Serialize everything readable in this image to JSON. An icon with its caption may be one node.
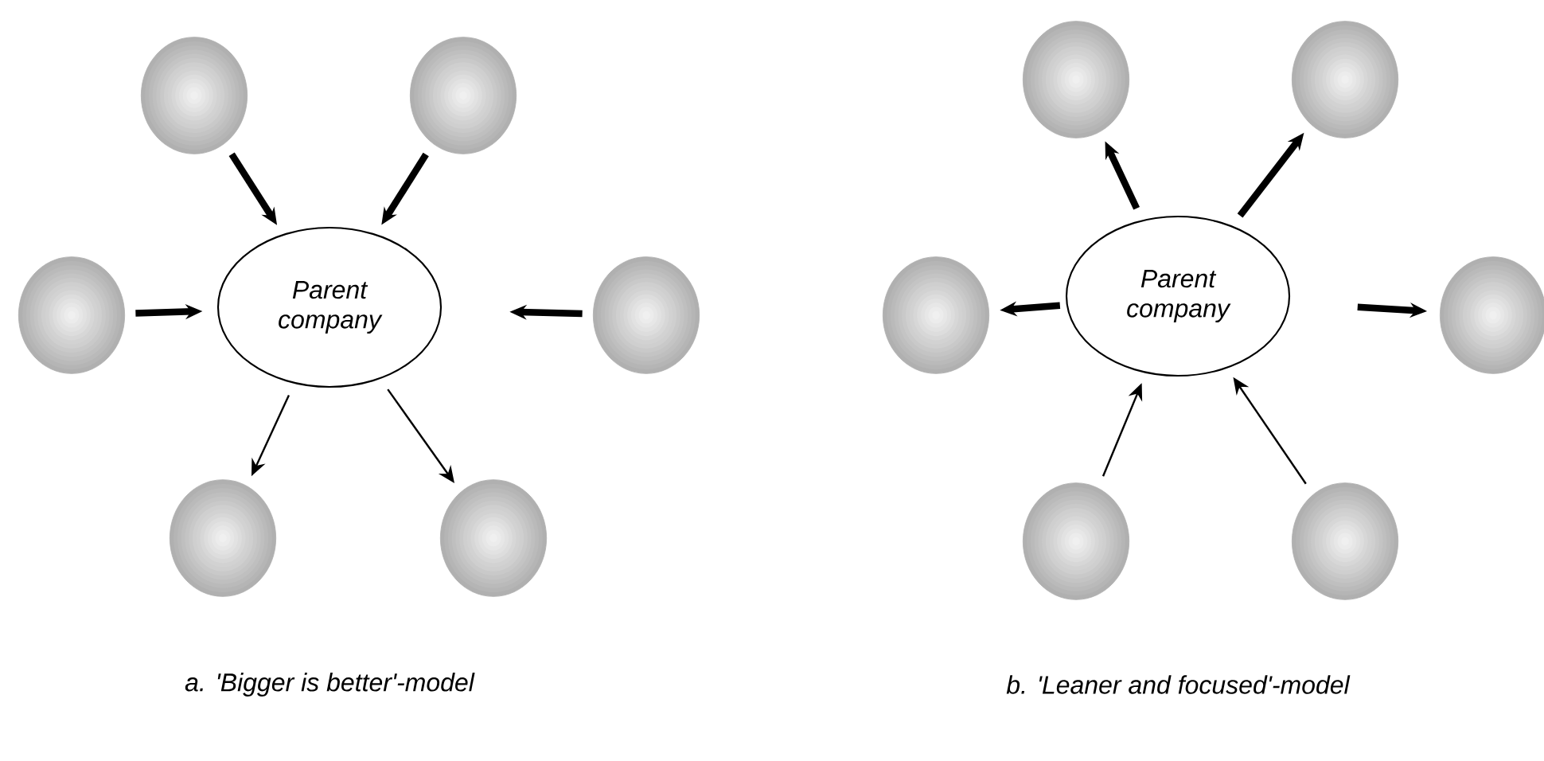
{
  "diagram": {
    "nodes": [
      {
        "text": [
          "Parent company"
        ]
      },
      {
        "text": [],
        "shape": "circle"
      },
      {
        "text": [],
        "shape": "circle"
      },
      {
        "text": [],
        "shape": "circle"
      },
      {
        "text": [],
        "shape": "circle"
      },
      {
        "text": [],
        "shape": "circle"
      },
      {
        "text": [],
        "shape": "circle"
      },
      {
        "text": [
          "Parent company"
        ]
      },
      {
        "text": [],
        "shape": "circle"
      },
      {
        "text": [],
        "shape": "circle"
      },
      {
        "text": [],
        "shape": "circle"
      },
      {
        "text": [],
        "shape": "circle"
      },
      {
        "text": [],
        "shape": "circle"
      },
      {
        "text": [],
        "shape": "circle"
      }
    ],
    "edges": [
      {
        "from": 1,
        "to": 0,
        "arrow": "to"
      },
      {
        "from": 2,
        "to": 0,
        "arrow": "to"
      },
      {
        "from": 3,
        "to": 0,
        "arrow": "to"
      },
      {
        "from": 4,
        "to": 0,
        "arrow": "to"
      },
      {
        "from": 0,
        "to": 5,
        "arrow": "to"
      },
      {
        "from": 0,
        "to": 6,
        "arrow": "to"
      },
      {
        "from": 7,
        "to": 8,
        "arrow": "to"
      },
      {
        "from": 7,
        "to": 9,
        "arrow": "to"
      },
      {
        "from": 7,
        "to": 10,
        "arrow": "to"
      },
      {
        "from": 7,
        "to": 11,
        "arrow": "to"
      },
      {
        "from": 12,
        "to": 7,
        "arrow": "to"
      },
      {
        "from": 13,
        "to": 7,
        "arrow": "to"
      }
    ],
    "labels": [
      "a. 'Bigger is better'-model",
      "b. 'Leaner and focused'-model"
    ]
  }
}
